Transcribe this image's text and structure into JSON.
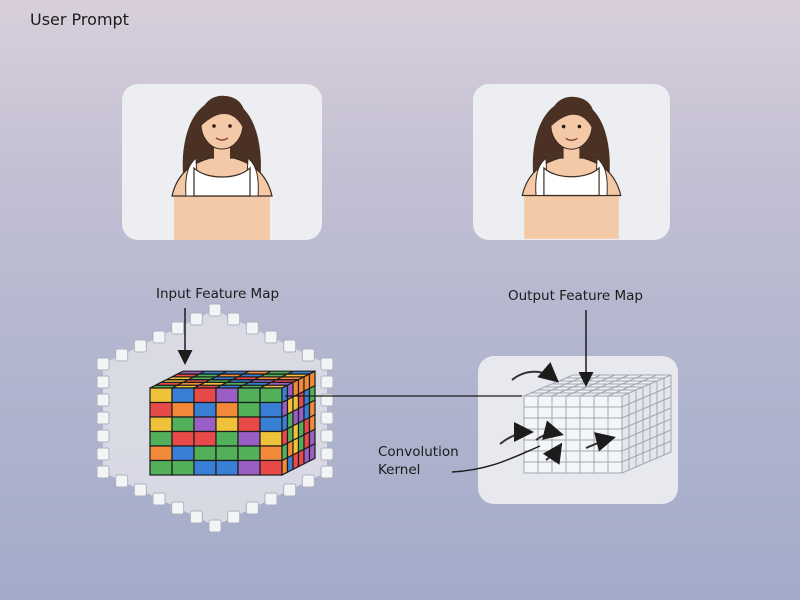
{
  "header": {
    "title": "User Prompt"
  },
  "diagram": {
    "input_label": "Input Feature Map",
    "output_label": "Output Feature Map",
    "kernel_label_line1": "Convolution",
    "kernel_label_line2": "Kernel"
  },
  "colors": {
    "card_bg": "#eceef2",
    "hair": "#4a3124",
    "skin": "#f3c9a8",
    "cube_colors": [
      "#e84a4a",
      "#3a7fd6",
      "#52b05a",
      "#f0c23a",
      "#9a5fc4",
      "#f28a3a"
    ]
  }
}
